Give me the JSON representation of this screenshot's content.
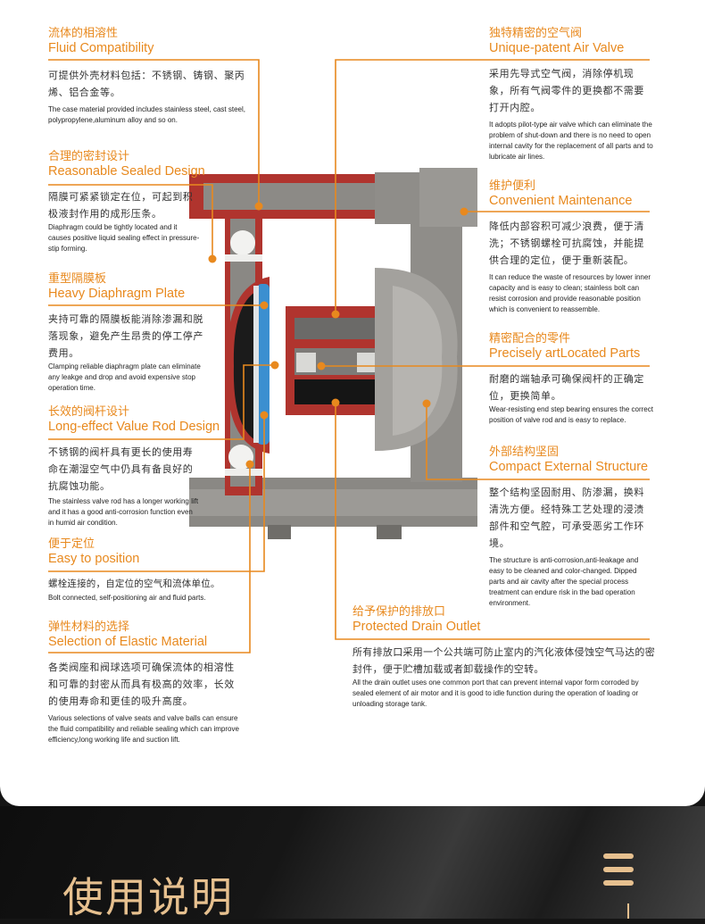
{
  "colors": {
    "accent": "#e8891e",
    "title": "#e6c08f"
  },
  "left": [
    {
      "zh": "流体的相溶性",
      "en": "Fluid Compatibility",
      "body_zh": "可提供外壳材料包括：不锈钢、铸钢、聚丙烯、铝合金等。",
      "body_en": "The case material provided includes stainless steel, cast steel, polypropylene,aluminum alloy and so on."
    },
    {
      "zh": "合理的密封设计",
      "en": "Reasonable Sealed Design",
      "body_zh": "隔膜可紧紧锁定在位，可起到积极液封作用的成形压条。",
      "body_en": "Diaphragm could be tightly located and it causes positive liquid sealing effect in pressure-stip forming."
    },
    {
      "zh": "重型隔膜板",
      "en": "Heavy Diaphragm Plate",
      "body_zh": "夹持可靠的隔膜板能消除渗漏和脱落现象，避免产生昂贵的停工停产费用。",
      "body_en": "Clamping reliable diaphragm plate can eliminate any leakge and drop and avoid expensive stop operation time."
    },
    {
      "zh": "长效的阀杆设计",
      "en": "Long-effect Value Rod Design",
      "body_zh": "不锈钢的阀杆具有更长的使用寿命在潮湿空气中仍具有备良好的抗腐蚀功能。",
      "body_en": "The stainless valve rod has a longer working lift and it has a good anti-corrosion function even in humid air condition."
    },
    {
      "zh": "便于定位",
      "en": "Easy to position",
      "body_zh": "螺栓连接的，自定位的空气和流体单位。",
      "body_en": "Bolt connected, self-positioning air and fluid parts."
    },
    {
      "zh": "弹性材料的选择",
      "en": "Selection of Elastic Material",
      "body_zh": "各类阀座和阀球选项可确保流体的相溶性和可靠的封密从而具有极高的效率，长效的使用寿命和更佳的吸升高度。",
      "body_en": "Various selections of valve seats and valve balls can ensure the fluid compatibility and reliable sealing which can improve efficiency,long working life and suction lift."
    }
  ],
  "right": [
    {
      "zh": "独特精密的空气阀",
      "en": "Unique-patent Air Valve",
      "body_zh": "采用先导式空气阀，消除停机现象，所有气阀零件的更换都不需要打开内腔。",
      "body_en": "It adopts pilot-type air valve which can eliminate the problem of shut-down and there is no need to open internal cavity for the replacement of all parts and to lubricate air lines."
    },
    {
      "zh": "维护便利",
      "en": "Convenient Maintenance",
      "body_zh": "降低内部容积可减少浪费，便于清洗；不锈钢螺栓可抗腐蚀，并能提供合理的定位，便于重新装配。",
      "body_en": "It can reduce the waste of resources by lower inner capacity and is easy to clean; stainless bolt can resist corrosion and provide reasonable position which is convenient to reassemble."
    },
    {
      "zh": "精密配合的零件",
      "en": "Precisely artLocated Parts",
      "body_zh": "耐磨的端轴承可确保阀杆的正确定位，更换简单。",
      "body_en": "Wear-resisting end step bearing ensures the correct position of valve rod and is easy to replace."
    },
    {
      "zh": "外部结构坚固",
      "en": "Compact External Structure",
      "body_zh": "整个结构坚固耐用、防渗漏，换料清洗方便。经特殊工艺处理的浸渍部件和空气腔，可承受恶劣工作环境。",
      "body_en": "The structure is anti-corrosion,anti-leakage and easy to be cleaned and color-changed. Dipped parts and air cavity after the special process treatment can endure risk in the bad operation environment."
    }
  ],
  "drain": {
    "zh": "给予保护的排放口",
    "en": "Protected Drain Outlet",
    "body_zh": "所有排放口采用一个公共端可防止室内的汽化液体侵蚀空气马达的密封件，便于贮槽加载或者卸载操作的空转。",
    "body_en": "All the drain outlet uses one common port that can prevent internal vapor form corroded by sealed element of air motor and it is good to idle function during the operation of loading or unloading storage tank."
  },
  "footer": {
    "title": "使用说明"
  }
}
